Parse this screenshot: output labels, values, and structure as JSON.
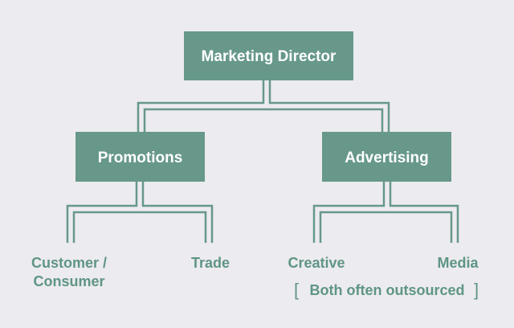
{
  "colors": {
    "background": "#ecebef",
    "box_fill": "#67988a",
    "connector": "#67988a",
    "leaf_text": "#5f9585"
  },
  "nodes": {
    "director": "Marketing Director",
    "promotions": "Promotions",
    "advertising": "Advertising"
  },
  "leaves": {
    "customer_line1": "Customer /",
    "customer_line2": "Consumer",
    "trade": "Trade",
    "creative": "Creative",
    "media": "Media"
  },
  "note": {
    "open_bracket": "[",
    "text": "Both often outsourced",
    "close_bracket": "]"
  }
}
